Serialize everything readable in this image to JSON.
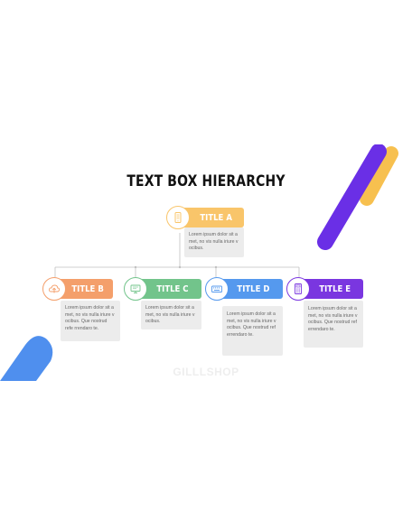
{
  "title": "TEXT BOX HIERARCHY",
  "colors": {
    "orange_yellow": "#f9c56a",
    "orange": "#f49f6b",
    "green": "#72c48b",
    "blue": "#5599ee",
    "purple": "#7a36e0",
    "deco_purple": "#6a2fe6",
    "deco_yellow": "#f7c04f",
    "deco_blue": "#4f8fee"
  },
  "nodes": {
    "a": {
      "label": "TITLE A",
      "icon": "phone-app-icon",
      "text": "Lorem ipsum dolor sit a met, no vis nulla iriure v ocibus."
    },
    "b": {
      "label": "TITLE B",
      "icon": "cloud-upload-icon",
      "text": "Lorem ipsum dolor sit a met, no vis nulla iriure v ocibus. Que nostrud refe rrendaro te."
    },
    "c": {
      "label": "TITLE C",
      "icon": "monitor-icon",
      "text": "Lorem ipsum dolor sit a met, no vis nulla iriure v ocibus."
    },
    "d": {
      "label": "TITLE D",
      "icon": "keyboard-icon",
      "text": "Lorem ipsum dolor sit a met, no vis nulla iriure v ocibus. Que nostrud ref errendaro te."
    },
    "e": {
      "label": "TITLE E",
      "icon": "calculator-icon",
      "text": "Lorem ipsum dolor sit a met, no vis nulla iriure v ocibus. Que nostrud ref errendaro te."
    }
  },
  "watermark": "GILLLSHOP"
}
